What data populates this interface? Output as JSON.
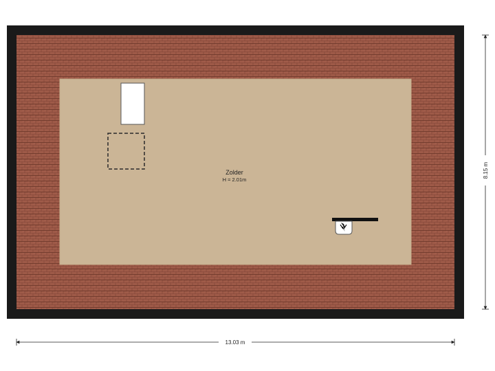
{
  "room": {
    "name": "Zolder",
    "height_label": "H = 2.01m"
  },
  "dimensions": {
    "width": "13.03 m",
    "depth": "8.15 m"
  },
  "colors": {
    "outer_wall": "#1a1a1a",
    "roof_tile": "#9e5a48",
    "roof_tile_line": "#6e382b",
    "floor": "#cbb596",
    "floor_edge": "#c4ad8c",
    "skylight": "#ffffff",
    "beam": "#111111"
  },
  "icons": {
    "boiler": "boiler-icon",
    "skylight": "skylight-icon",
    "hatch": "attic-hatch-icon"
  }
}
